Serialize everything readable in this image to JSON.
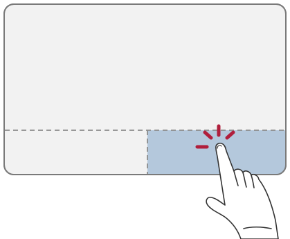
{
  "diagram": {
    "subject": "touchpad-right-click",
    "colors": {
      "pad_fill": "#f2f2f2",
      "pad_border": "#7a7a7a",
      "divider": "#8c8c8c",
      "active_zone_fill": "#b4c8dc",
      "click_burst": "#b01e3c",
      "hand_fill": "#ffffff",
      "hand_outline": "#333333"
    },
    "zones": [
      {
        "id": "main-surface",
        "active": false
      },
      {
        "id": "left-button-zone",
        "active": false
      },
      {
        "id": "right-button-zone",
        "active": true
      }
    ],
    "icons": [
      "click-burst-icon",
      "pointing-hand-icon"
    ]
  }
}
